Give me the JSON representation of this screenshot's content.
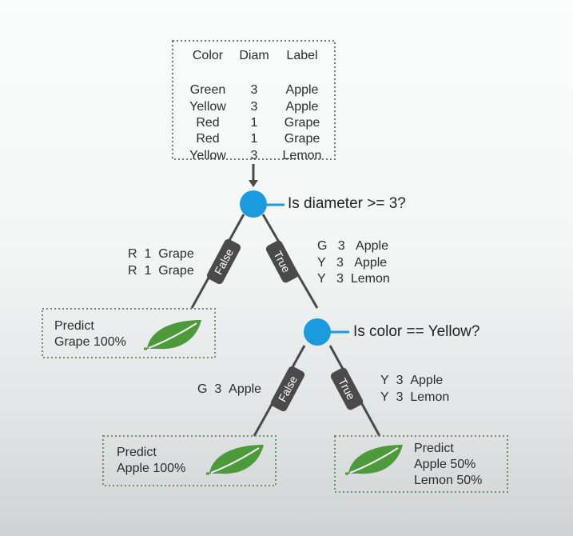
{
  "dataset": {
    "headers": [
      "Color",
      "Diam",
      "Label"
    ],
    "rows": [
      [
        "Green",
        "3",
        "Apple"
      ],
      [
        "Yellow",
        "3",
        "Apple"
      ],
      [
        "Red",
        "1",
        "Grape"
      ],
      [
        "Red",
        "1",
        "Grape"
      ],
      [
        "Yellow",
        "3",
        "Lemon"
      ]
    ]
  },
  "nodes": {
    "root_question": "Is diameter >= 3?",
    "second_question": "Is color == Yellow?"
  },
  "branches": {
    "false_label": "False",
    "true_label": "True"
  },
  "partitions": {
    "root_false": [
      [
        "R",
        "1",
        "Grape"
      ],
      [
        "R",
        "1",
        "Grape"
      ]
    ],
    "root_true": [
      [
        "G",
        "3",
        "Apple"
      ],
      [
        "Y",
        "3",
        "Apple"
      ],
      [
        "Y",
        "3",
        "Lemon"
      ]
    ],
    "second_false": [
      [
        "G",
        "3",
        "Apple"
      ]
    ],
    "second_true": [
      [
        "Y",
        "3",
        "Apple"
      ],
      [
        "Y",
        "3",
        "Lemon"
      ]
    ]
  },
  "leaves": {
    "grape": [
      "Predict",
      "Grape 100%"
    ],
    "apple": [
      "Predict",
      "Apple 100%"
    ],
    "mixed": [
      "Predict",
      "Apple 50%",
      "Lemon 50%"
    ]
  },
  "colors": {
    "node": "#1a9be0",
    "edge": "#4a4a4a",
    "tag": "#4a4a4a",
    "leaf_icon": "#4c9a3a",
    "leaf_border": "#6f8f6b"
  },
  "icons": [
    "leaf-icon"
  ]
}
